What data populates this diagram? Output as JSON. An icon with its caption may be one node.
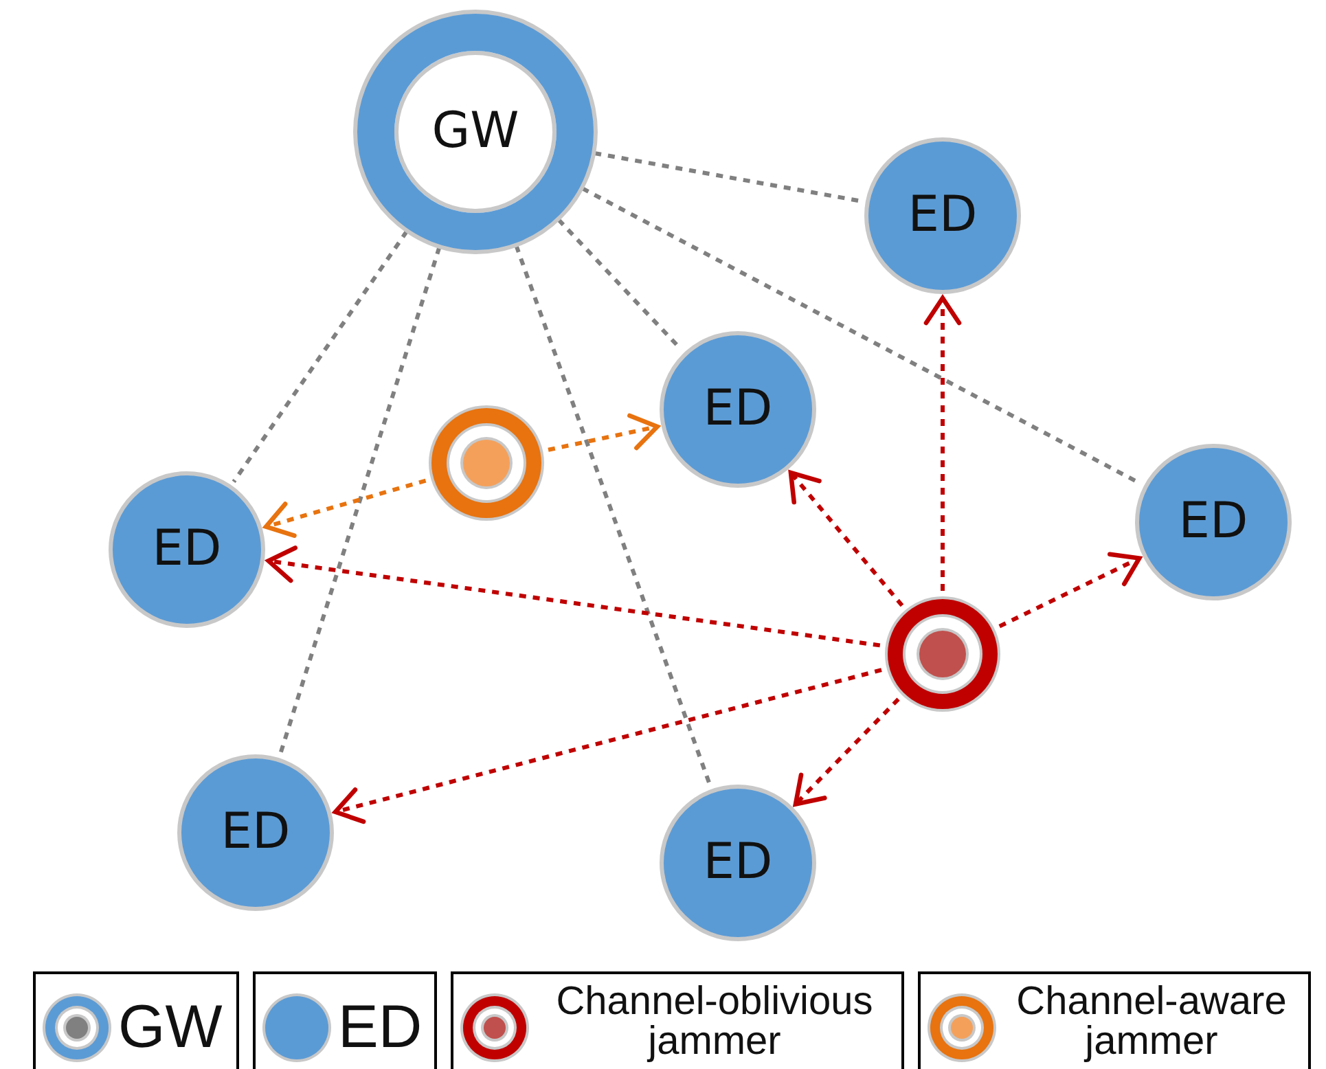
{
  "diagram": {
    "nodes": [
      {
        "text": [
          "GW"
        ]
      },
      {
        "text": [
          "ED"
        ]
      },
      {
        "text": [
          "ED"
        ]
      },
      {
        "text": [
          "ED"
        ]
      },
      {
        "text": [
          "ED"
        ]
      },
      {
        "text": [
          "ED"
        ]
      },
      {
        "text": [
          "ED"
        ]
      },
      {
        "text": [],
        "shape": "circle"
      },
      {
        "text": [],
        "shape": "circle"
      }
    ],
    "edges": [
      {
        "from": 0,
        "to": 1,
        "arrow": "none",
        "style": "dashed",
        "color": "#808080"
      },
      {
        "from": 0,
        "to": 2,
        "arrow": "none",
        "style": "dashed",
        "color": "#808080"
      },
      {
        "from": 0,
        "to": 3,
        "arrow": "none",
        "style": "dashed",
        "color": "#808080"
      },
      {
        "from": 0,
        "to": 4,
        "arrow": "none",
        "style": "dashed",
        "color": "#808080"
      },
      {
        "from": 0,
        "to": 5,
        "arrow": "none",
        "style": "dashed",
        "color": "#808080"
      },
      {
        "from": 0,
        "to": 6,
        "arrow": "none",
        "style": "dashed",
        "color": "#808080"
      },
      {
        "from": 7,
        "to": 4,
        "arrow": "to",
        "style": "dashed",
        "color": "#e8730f"
      },
      {
        "from": 7,
        "to": 2,
        "arrow": "to",
        "style": "dashed",
        "color": "#e8730f"
      },
      {
        "from": 8,
        "to": 1,
        "arrow": "to",
        "style": "dashed",
        "color": "#c00000"
      },
      {
        "from": 8,
        "to": 2,
        "arrow": "to",
        "style": "dashed",
        "color": "#c00000"
      },
      {
        "from": 8,
        "to": 3,
        "arrow": "to",
        "style": "dashed",
        "color": "#c00000"
      },
      {
        "from": 8,
        "to": 4,
        "arrow": "to",
        "style": "dashed",
        "color": "#c00000"
      },
      {
        "from": 8,
        "to": 5,
        "arrow": "to",
        "style": "dashed",
        "color": "#c00000"
      },
      {
        "from": 8,
        "to": 6,
        "arrow": "to",
        "style": "dashed",
        "color": "#c00000"
      }
    ],
    "legend": [
      {
        "text": "GW"
      },
      {
        "text": "ED"
      },
      {
        "text": "Channel-oblivious jammer"
      },
      {
        "text": "Channel-aware jammer"
      }
    ]
  }
}
